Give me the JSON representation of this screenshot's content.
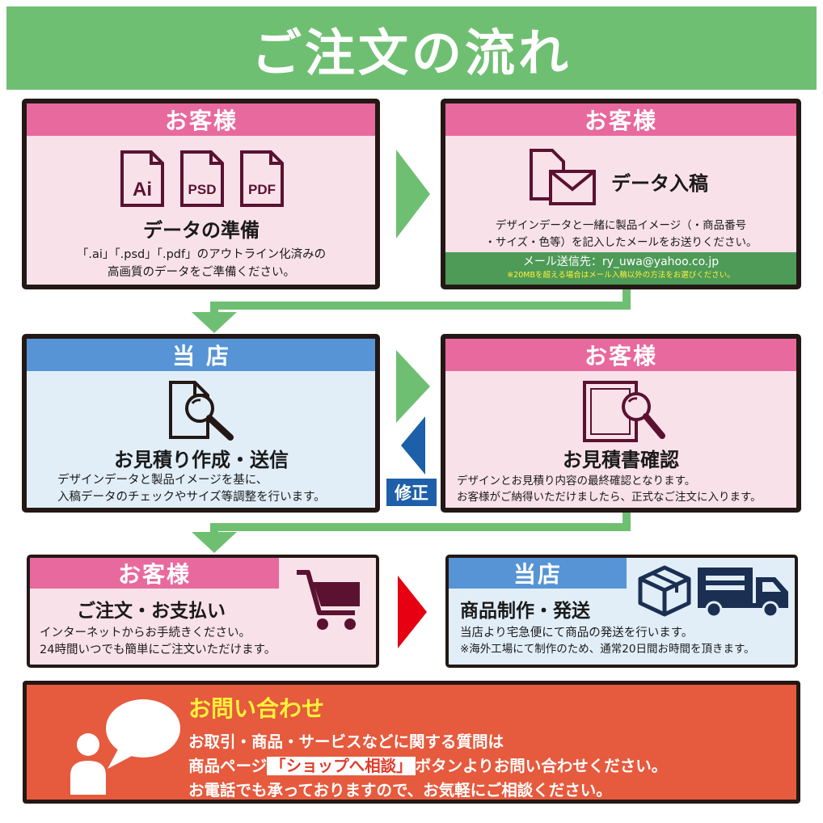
{
  "header": {
    "title": "ご注文の流れ"
  },
  "colors": {
    "green": "#6fbf73",
    "pink": "#e8699e",
    "blue": "#5694d6",
    "red": "#e60012",
    "navy": "#1d5fa8",
    "orange": "#e65a3e",
    "yellow": "#fff23a"
  },
  "step1": {
    "role": "お客様",
    "file_icons": [
      "Ai",
      "PSD",
      "PDF"
    ],
    "title": "データの準備",
    "desc_1": "「.ai」「.psd」「.pdf」のアウトライン化済みの",
    "desc_2": "高画質のデータをご準備ください。"
  },
  "step2": {
    "role": "お客様",
    "title": "データ入稿",
    "desc_1": "デザインデータと一緒に製品イメージ（・商品番号",
    "desc_2": "・サイズ・色等）を記入したメールをお送りください。",
    "mail": "メール送信先：ry_uwa@yahoo.co.jp",
    "mail_note": "※20MBを超える場合はメール入稿以外の方法をお選びください。"
  },
  "step3": {
    "role": "当 店",
    "title": "お見積り作成・送信",
    "desc_1": "デザインデータと製品イメージを基に、",
    "desc_2": "入稿データのチェックやサイズ等調整を行います。"
  },
  "step4": {
    "role": "お客様",
    "title": "お見積書確認",
    "desc_1": "デザインとお見積り内容の最終確認となります。",
    "desc_2": "お客様がご納得いただけましたら、正式なご注文に入ります。"
  },
  "fix_label": "修正",
  "step5": {
    "role": "お客様",
    "title": "ご注文・お支払い",
    "desc_1": "インターネットからお手続きください。",
    "desc_2": "24時間いつでも簡単にご注文いただけます。"
  },
  "step6": {
    "role": "当店",
    "title": "商品制作・発送",
    "desc_1": "当店より宅急便にて商品の発送を行います。",
    "desc_2": "※海外工場にて制作のため、通常20日間お時間を頂きます。"
  },
  "contact": {
    "title": "お問い合わせ",
    "line_1": "お取引・商品・サービスなどに関する質問は",
    "line_2_pre": "商品ページ",
    "line_2_tag": "「ショップへ相談」",
    "line_2_post": "ボタンよりお問い合わせください。",
    "line_3": "お電話でも承っておりますので、お気軽にご相談ください。"
  }
}
